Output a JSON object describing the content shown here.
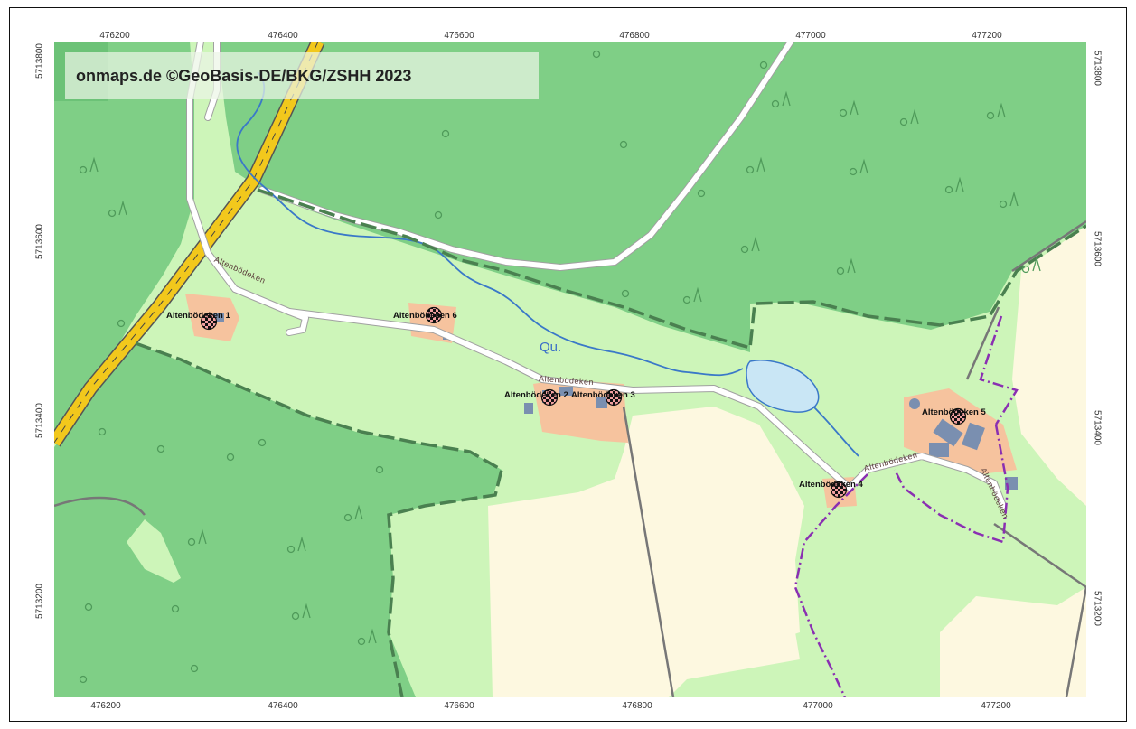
{
  "attribution": "onmaps.de ©GeoBasis-DE/BKG/ZSHH 2023",
  "axes": {
    "x_ticks": [
      "476200",
      "476400",
      "476600",
      "476800",
      "477000",
      "477200"
    ],
    "y_ticks": [
      "5713800",
      "5713600",
      "5713400",
      "5713200"
    ]
  },
  "colors": {
    "forest": "#7fcf86",
    "forest_dark": "#6cc277",
    "meadow": "#cdf5b9",
    "field": "#fdf8e0",
    "settlement": "#f6c39e",
    "building": "#7a8fb0",
    "road_main": "#f2c81c",
    "water": "#c9e6f5",
    "stream": "#3a78c8",
    "boundary_dashed": "#4a8050",
    "boundary_dashdot": "#8a2fb2"
  },
  "labels": {
    "street": "Altenbödeken",
    "water": "Qu.",
    "sites": [
      {
        "id": "1",
        "label": "Altenbödeken 1"
      },
      {
        "id": "2",
        "label": "Altenbödeken 2"
      },
      {
        "id": "3",
        "label": "Altenbödeken 3"
      },
      {
        "id": "4",
        "label": "Altenbödeken 4"
      },
      {
        "id": "5",
        "label": "Altenbödeken 5"
      },
      {
        "id": "6",
        "label": "Altenbödeken 6"
      }
    ]
  },
  "icons": {
    "site_marker": "checkered-circle-icon",
    "forest_symbol": "tree-symbol-icon"
  }
}
